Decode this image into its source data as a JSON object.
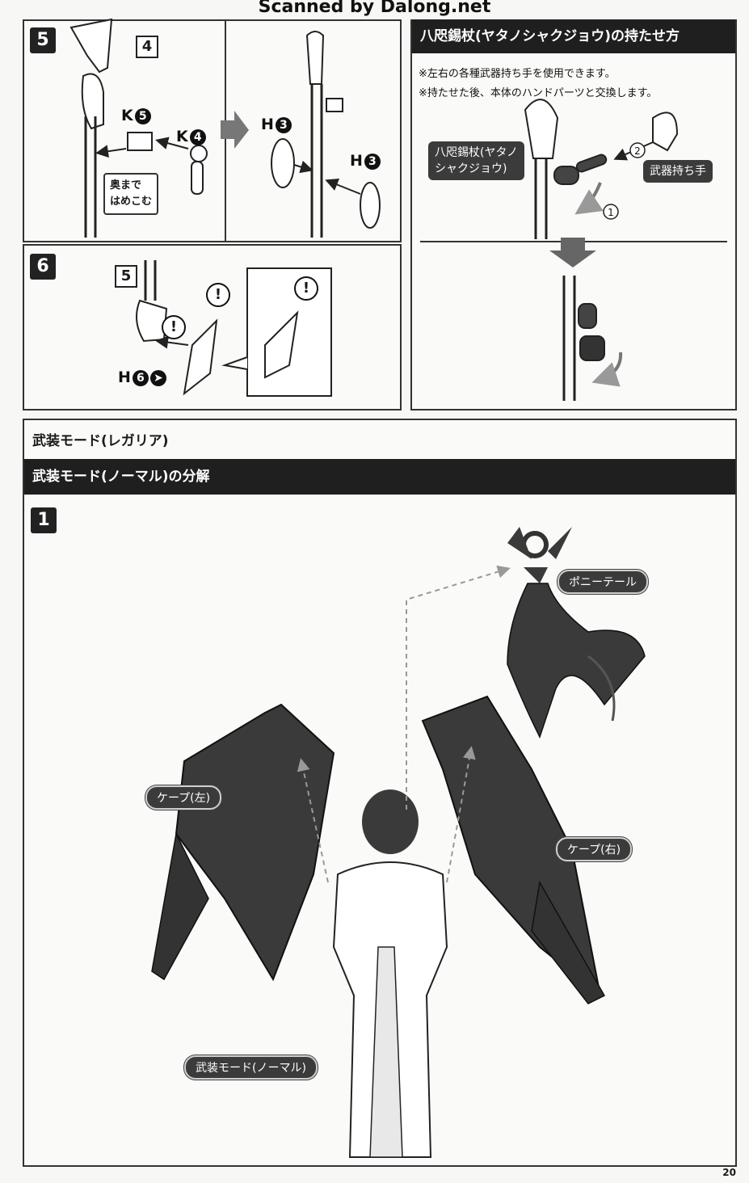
{
  "watermark": "Scanned by Dalong.net",
  "step5": {
    "number": "5",
    "ref_number": "4",
    "part_k5": "K",
    "part_k5_num": "5",
    "part_k4": "K",
    "part_k4_num": "4",
    "part_h3a": "H",
    "part_h3a_num": "3",
    "part_h3b": "H",
    "part_h3b_num": "3",
    "callout": "奥まで\nはめこむ"
  },
  "step6": {
    "number": "6",
    "ref_number": "5",
    "part_h6": "H",
    "part_h6_num": "6",
    "excl": "!"
  },
  "weapon_panel": {
    "title": "八咫錫杖(ヤタノシャクジョウ)の持たせ方",
    "note1": "※左右の各種武器持ち手を使用できます。",
    "note2": "※持たせた後、本体のハンドパーツと交換します。",
    "tag_staff": "八咫錫杖(ヤタノ\nシャクジョウ)",
    "tag_hand": "武器持ち手",
    "num1": "1",
    "num2": "2"
  },
  "mode_section": {
    "title": "武装モード(レガリア)",
    "subtitle": "武装モード(ノーマル)の分解",
    "step_number": "1",
    "labels": {
      "ponytail": "ポニーテール",
      "cape_left": "ケープ(左)",
      "cape_right": "ケープ(右)",
      "armed_normal": "武装モード(ノーマル)"
    }
  },
  "page_number": "20"
}
